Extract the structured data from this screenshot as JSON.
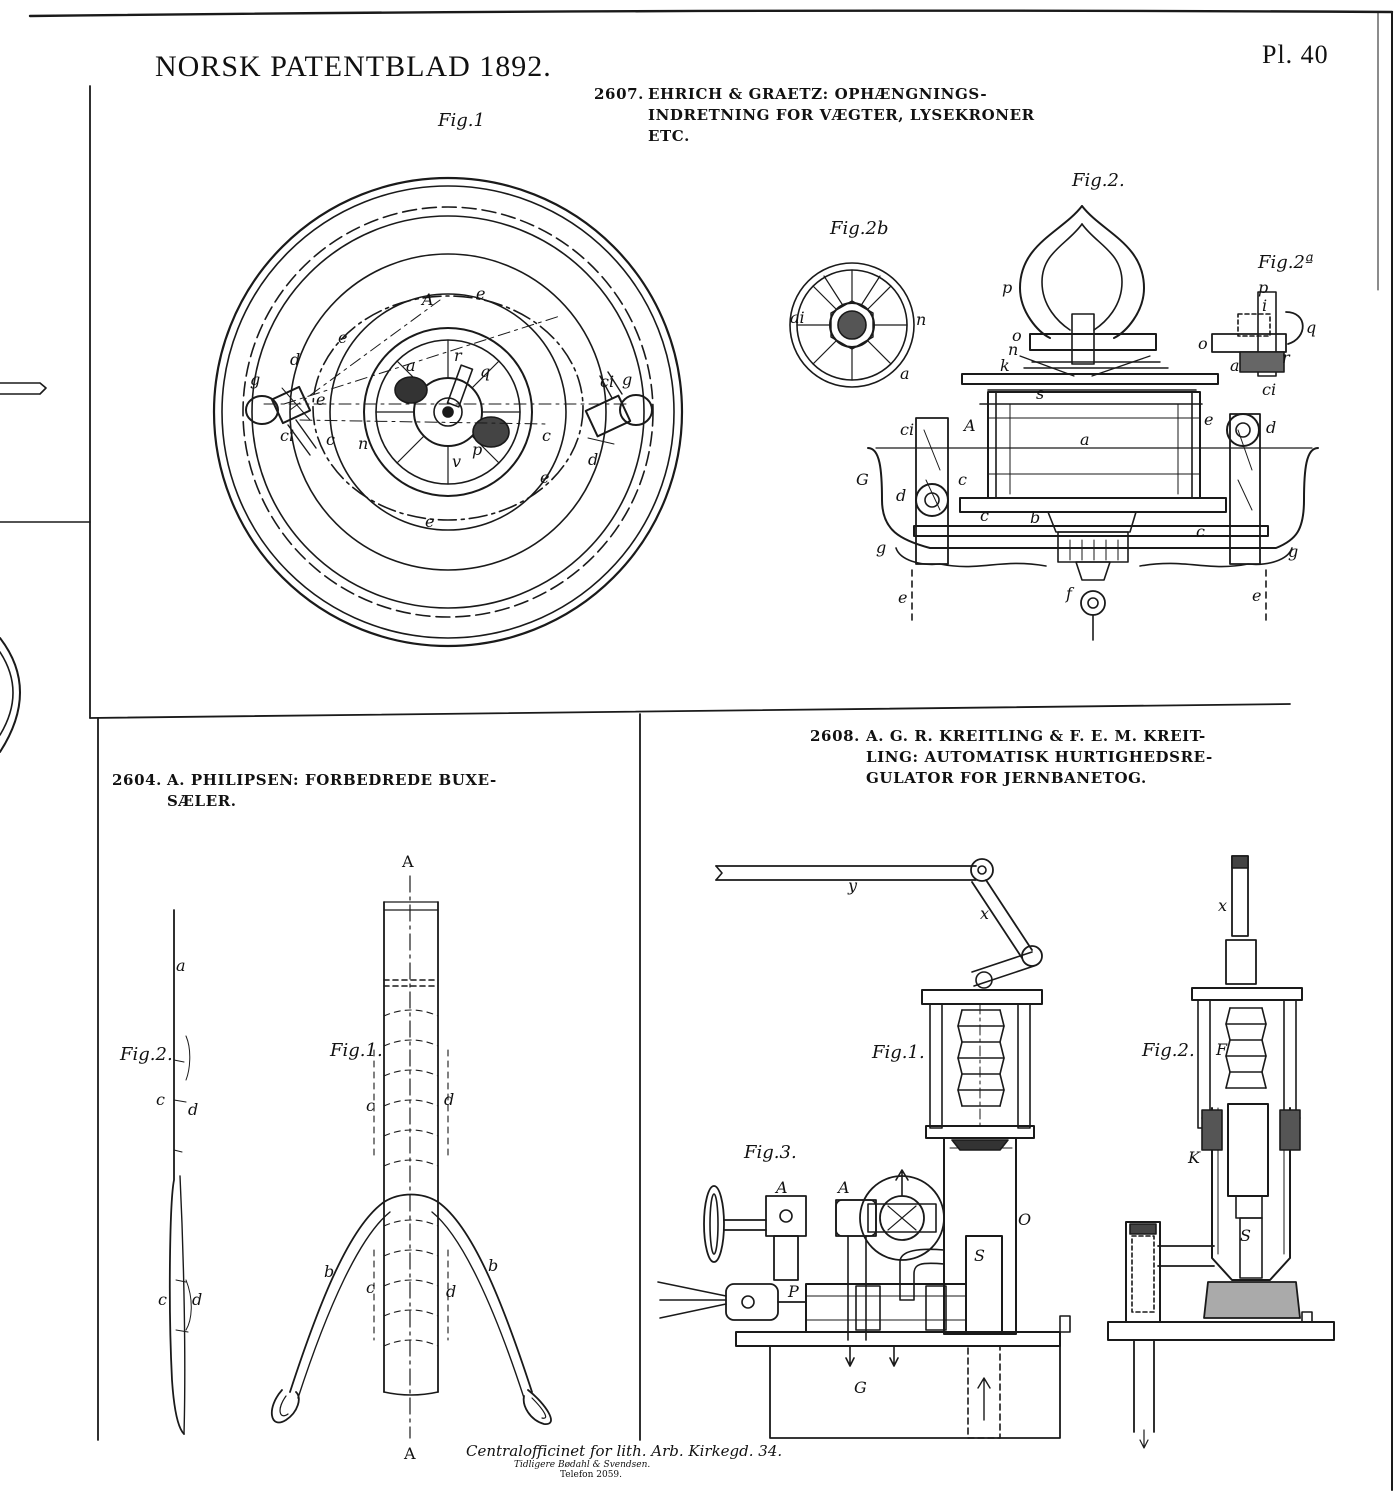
{
  "header": {
    "journal": "NORSK PATENTBLAD 1892.",
    "plate": "Pl. 40"
  },
  "patents": [
    {
      "number": "2607.",
      "text": "EHRICH & GRAETZ: OPHÆNGNINGS-\nINDRETNING FOR VÆGTER, LYSEKRONER\nETC."
    },
    {
      "number": "2604.",
      "text": "A. PHILIPSEN: FORBEDREDE BUXE-\nSÆLER."
    },
    {
      "number": "2608.",
      "text": "A. G. R. KREITLING & F. E. M. KREIT-\nLING: AUTOMATISK HURTIGHEDSRE-\nGULATOR FOR JERNBANETOG."
    }
  ],
  "figures": {
    "p2607_fig1": "Fig.1",
    "p2607_fig2": "Fig.2.",
    "p2607_fig2a": "Fig.2ª",
    "p2607_fig2b": "Fig.2b",
    "p2604_fig1": "Fig.1.",
    "p2604_fig2": "Fig.2.",
    "p2608_fig1": "Fig.1.",
    "p2608_fig2": "Fig.2.",
    "p2608_fig3": "Fig.3."
  },
  "labels": {
    "p2607_f1": [
      "A",
      "e",
      "e",
      "e",
      "e",
      "e",
      "d",
      "g",
      "c",
      "ci",
      "n",
      "a",
      "r",
      "q",
      "v",
      "p",
      "c",
      "ci",
      "g",
      "d"
    ],
    "p2607_f2": [
      "p",
      "o",
      "n",
      "k",
      "s",
      "ci",
      "A",
      "a",
      "e",
      "ci",
      "d",
      "G",
      "d",
      "c",
      "c",
      "b",
      "c",
      "g",
      "g",
      "f",
      "e",
      "e"
    ],
    "p2607_f2a": [
      "p",
      "i",
      "o",
      "q",
      "a",
      "r"
    ],
    "p2607_f2b": [
      "ai",
      "n",
      "a"
    ],
    "p2604_f2": [
      "a",
      "c",
      "d",
      "c",
      "d"
    ],
    "p2604_f1": [
      "A",
      "c",
      "d",
      "b",
      "b",
      "c",
      "d",
      "A"
    ],
    "p2608_f1": [
      "y",
      "x",
      "A",
      "A",
      "O",
      "S",
      "P",
      "G"
    ],
    "p2608_f2": [
      "x",
      "F",
      "K",
      "S"
    ]
  },
  "footer": {
    "line1": "Centralofficinet for lith. Arb. Kirkegd. 34.",
    "line2": "Tidligere Bødahl & Svendsen.",
    "line3": "Telefon 2059."
  }
}
